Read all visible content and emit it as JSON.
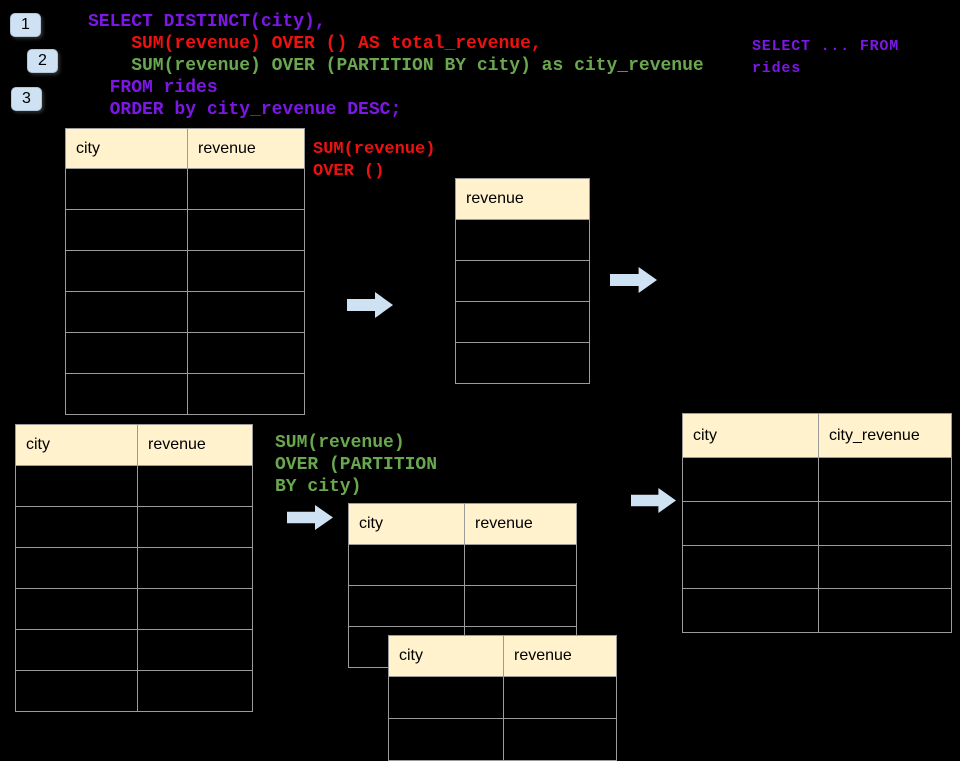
{
  "colors": {
    "background": "#000000",
    "purple": "#7d17e6",
    "red": "#ee1111",
    "green": "#6aa84f",
    "table-header-bg": "#fff2cc",
    "table-border": "#9b9b9b",
    "arrow-blue": "#cfe2f3",
    "badge-bg": "#cfe2f3",
    "badge-border": "#b3c6d9",
    "text-dark": "#000000"
  },
  "badges": [
    {
      "label": "1"
    },
    {
      "label": "2"
    },
    {
      "label": "3"
    }
  ],
  "notes": {
    "main_sql": [
      {
        "text": "SELECT DISTINCT(city),",
        "color": "purple"
      },
      {
        "text": "    SUM(revenue) OVER () AS total_revenue,",
        "color": "red"
      },
      {
        "text": "    SUM(revenue) OVER (PARTITION BY city) as city_revenue",
        "color": "green"
      },
      {
        "text": "  FROM rides",
        "color": "purple"
      },
      {
        "text": "  ORDER by city_revenue DESC;",
        "color": "purple"
      }
    ],
    "side_sql": [
      {
        "text": "SELECT ... FROM",
        "color": "purple"
      },
      {
        "text": "rides",
        "color": "purple"
      }
    ],
    "total_revenue_note": [
      {
        "text": "SUM(revenue)",
        "color": "red"
      },
      {
        "text": "OVER ()",
        "color": "red"
      }
    ],
    "partition_note": [
      {
        "text": "SUM(revenue)",
        "color": "green"
      },
      {
        "text": "OVER (PARTITION",
        "color": "green"
      },
      {
        "text": "BY city)",
        "color": "green"
      }
    ]
  },
  "tables": {
    "source_top": {
      "headers": [
        "city",
        "revenue"
      ],
      "rows": 6
    },
    "revenue_only": {
      "headers": [
        "revenue"
      ],
      "rows": 4
    },
    "source_bottom": {
      "headers": [
        "city",
        "revenue"
      ],
      "rows": 6
    },
    "partition_back": {
      "headers": [
        "city",
        "revenue"
      ],
      "rows": 3
    },
    "partition_front": {
      "headers": [
        "city",
        "revenue"
      ],
      "rows": 2
    },
    "result": {
      "headers": [
        "city",
        "city_revenue"
      ],
      "rows": 4
    }
  },
  "icons": {
    "flow_arrow": "right-block-arrow"
  }
}
